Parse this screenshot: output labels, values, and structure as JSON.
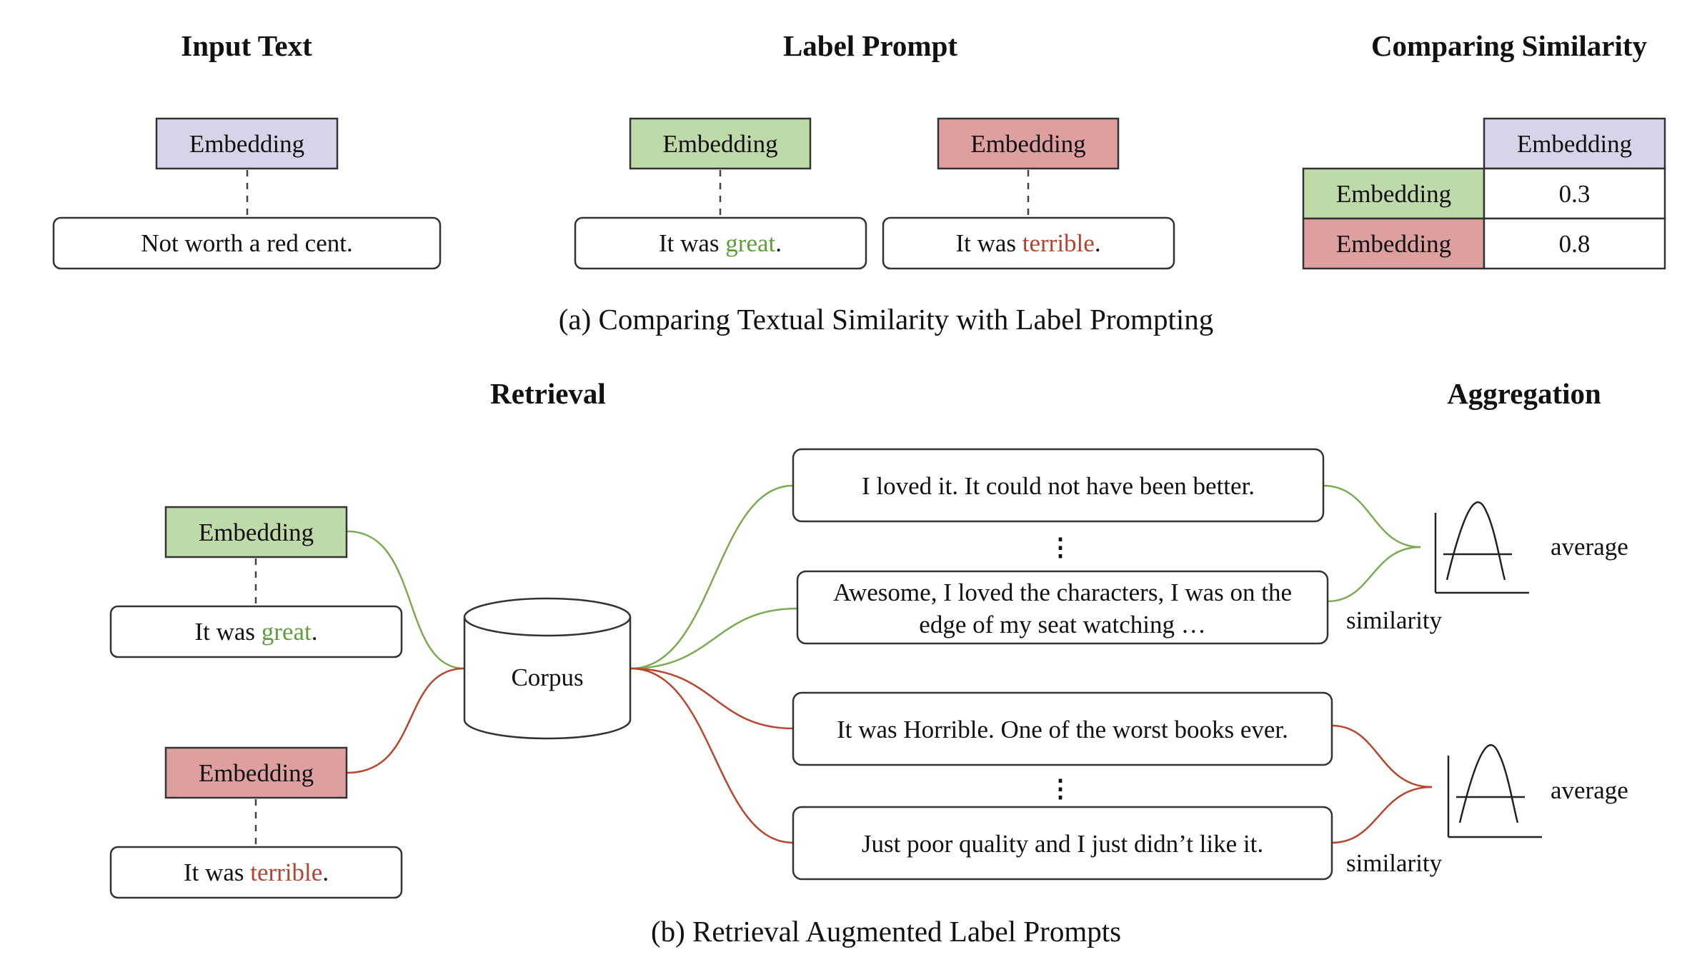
{
  "colors": {
    "purple": "#d9d3ea",
    "green": "#bedaa8",
    "red": "#de9f9f",
    "great_text": "#5f9e3a",
    "terrible_text": "#b5432f",
    "green_line": "#7aab51",
    "red_line": "#b9452d"
  },
  "part_a": {
    "headings": {
      "input_text": "Input Text",
      "label_prompt": "Label Prompt",
      "comparing_similarity": "Comparing Similarity"
    },
    "input": {
      "embedding": "Embedding",
      "sentence": "Not worth a red cent."
    },
    "label_great": {
      "embedding": "Embedding",
      "prefix": "It was ",
      "word": "great",
      "suffix": "."
    },
    "label_terrible": {
      "embedding": "Embedding",
      "prefix": "It was ",
      "word": "terrible",
      "suffix": "."
    },
    "table": {
      "column_header": "Embedding",
      "rows": [
        {
          "label": "Embedding",
          "value": "0.3"
        },
        {
          "label": "Embedding",
          "value": "0.8"
        }
      ]
    },
    "caption": "(a)  Comparing Textual Similarity with Label Prompting"
  },
  "part_b": {
    "headings": {
      "retrieval": "Retrieval",
      "aggregation": "Aggregation"
    },
    "prompt_great": {
      "embedding": "Embedding",
      "prefix": "It was ",
      "word": "great",
      "suffix": "."
    },
    "prompt_terrible": {
      "embedding": "Embedding",
      "prefix": "It was ",
      "word": "terrible",
      "suffix": "."
    },
    "corpus": "Corpus",
    "positive_docs": [
      {
        "lines": [
          "I loved it. It could not have been better."
        ]
      },
      {
        "lines": [
          "Awesome, I loved the characters, I was on the",
          "edge of my seat watching …"
        ]
      }
    ],
    "negative_docs": [
      {
        "lines": [
          "It was Horrible. One of the worst books ever."
        ]
      },
      {
        "lines": [
          "Just poor quality and I just didn’t like it."
        ]
      }
    ],
    "ellipsis": "⋮",
    "similarity_label": "similarity",
    "average_label": "average",
    "caption": "(b)  Retrieval Augmented Label Prompts"
  }
}
